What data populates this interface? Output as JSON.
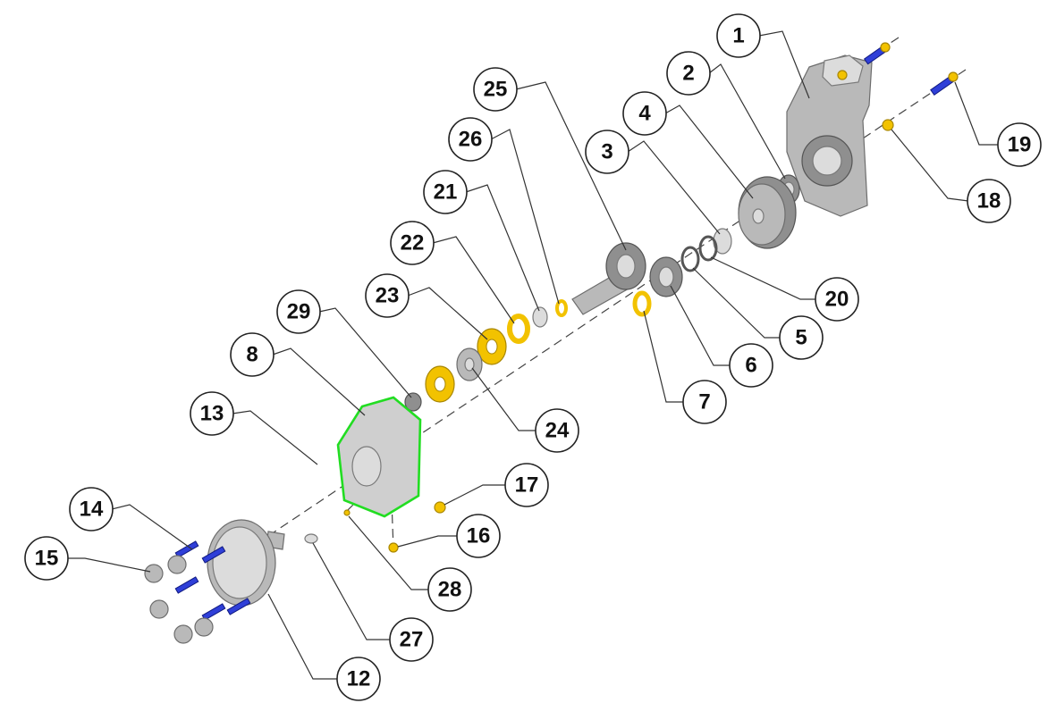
{
  "diagram": {
    "callouts": [
      "1",
      "2",
      "3",
      "4",
      "5",
      "6",
      "7",
      "8",
      "12",
      "13",
      "14",
      "15",
      "16",
      "17",
      "18",
      "19",
      "20",
      "21",
      "22",
      "23",
      "24",
      "25",
      "26",
      "27",
      "28",
      "29"
    ]
  },
  "colors": {
    "housing": "#b9b9b9",
    "highlight_cover": "#22dd22",
    "brass_parts": "#f2c200",
    "bolts": "#2f3fd8"
  }
}
